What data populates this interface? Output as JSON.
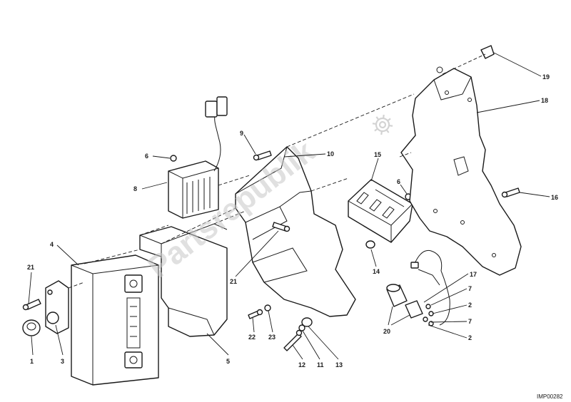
{
  "diagram": {
    "reference_code": "IMP00282",
    "watermark": "Partsrepublik",
    "watermark_icon": "gear-icon",
    "callouts": [
      {
        "label": "1"
      },
      {
        "label": "3"
      },
      {
        "label": "21"
      },
      {
        "label": "4"
      },
      {
        "label": "6"
      },
      {
        "label": "8"
      },
      {
        "label": "5"
      },
      {
        "label": "9"
      },
      {
        "label": "10"
      },
      {
        "label": "21"
      },
      {
        "label": "22"
      },
      {
        "label": "23"
      },
      {
        "label": "12"
      },
      {
        "label": "11"
      },
      {
        "label": "13"
      },
      {
        "label": "15"
      },
      {
        "label": "6"
      },
      {
        "label": "14"
      },
      {
        "label": "19"
      },
      {
        "label": "18"
      },
      {
        "label": "16"
      },
      {
        "label": "17"
      },
      {
        "label": "7"
      },
      {
        "label": "2"
      },
      {
        "label": "7"
      },
      {
        "label": "2"
      },
      {
        "label": "20"
      }
    ]
  }
}
